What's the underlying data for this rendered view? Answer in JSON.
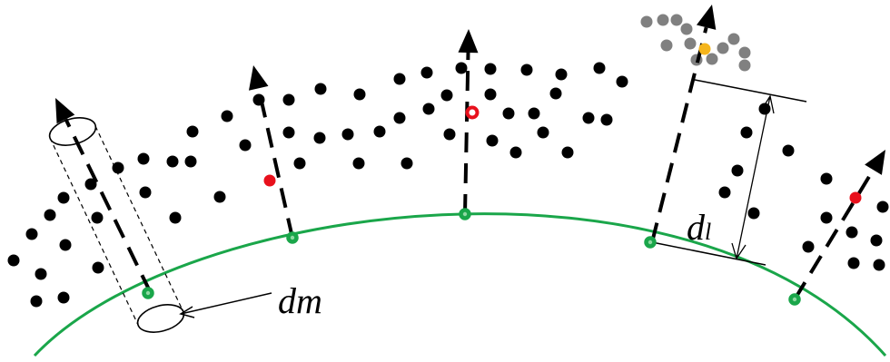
{
  "labels": {
    "dm_main": "d",
    "dm_sub": "m",
    "dl_main": "d",
    "dl_sub": "l"
  },
  "colors": {
    "curve": "#1aa64a",
    "point": "#000000",
    "highlight_red": "#e8101c",
    "highlight_orange": "#f5b51c",
    "faded_point": "#808080"
  },
  "icons": {
    "normal_arrow": "arrow-up-icon",
    "cylinder": "cylinder-icon",
    "curve_node": "circle-node-icon"
  }
}
